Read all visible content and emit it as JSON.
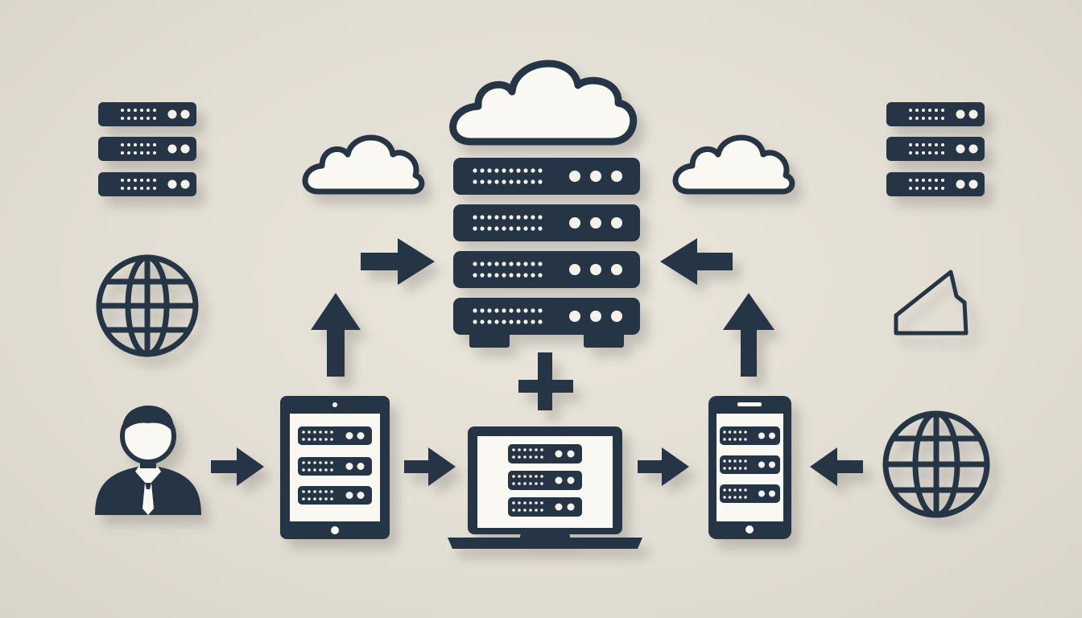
{
  "diagram": {
    "type": "network-topology",
    "text_labels": [],
    "colors": {
      "background": "#e6e1d7",
      "icon": "#263544",
      "fill_light": "#faf8f2",
      "dots": "#f4f1ea",
      "shadow": "#cbc5ba"
    },
    "nodes": [
      {
        "id": "central-server-stack",
        "icon": "server-rack-icon"
      },
      {
        "id": "top-cloud",
        "icon": "cloud-icon"
      },
      {
        "id": "left-cloud",
        "icon": "cloud-icon"
      },
      {
        "id": "right-cloud",
        "icon": "cloud-icon"
      },
      {
        "id": "left-server-stack",
        "icon": "server-icon"
      },
      {
        "id": "right-server-stack",
        "icon": "server-icon"
      },
      {
        "id": "left-globe",
        "icon": "globe-icon"
      },
      {
        "id": "right-globe",
        "icon": "globe-icon"
      },
      {
        "id": "user",
        "icon": "user-icon"
      },
      {
        "id": "tablet",
        "icon": "tablet-icon"
      },
      {
        "id": "laptop",
        "icon": "laptop-icon"
      },
      {
        "id": "phone",
        "icon": "phone-icon"
      },
      {
        "id": "outline-shape",
        "icon": "outline-shape-icon"
      }
    ],
    "connections": [
      {
        "from": "user",
        "to": "tablet",
        "icon": "arrow-right-icon"
      },
      {
        "from": "tablet",
        "to": "laptop",
        "icon": "arrow-right-icon"
      },
      {
        "from": "laptop",
        "to": "phone",
        "icon": "arrow-right-icon"
      },
      {
        "from": "right-globe",
        "to": "phone",
        "icon": "arrow-left-icon"
      },
      {
        "from": "tablet",
        "to": "central-server-stack",
        "icon": "arrow-up-icon"
      },
      {
        "from": "phone",
        "to": "central-server-stack",
        "icon": "arrow-up-icon"
      },
      {
        "from": "left-side",
        "to": "central-server-stack",
        "icon": "arrow-right-icon"
      },
      {
        "from": "right-side",
        "to": "central-server-stack",
        "icon": "arrow-left-icon"
      },
      {
        "from": "central-server-stack",
        "to": "laptop",
        "icon": "plus-icon"
      }
    ]
  }
}
